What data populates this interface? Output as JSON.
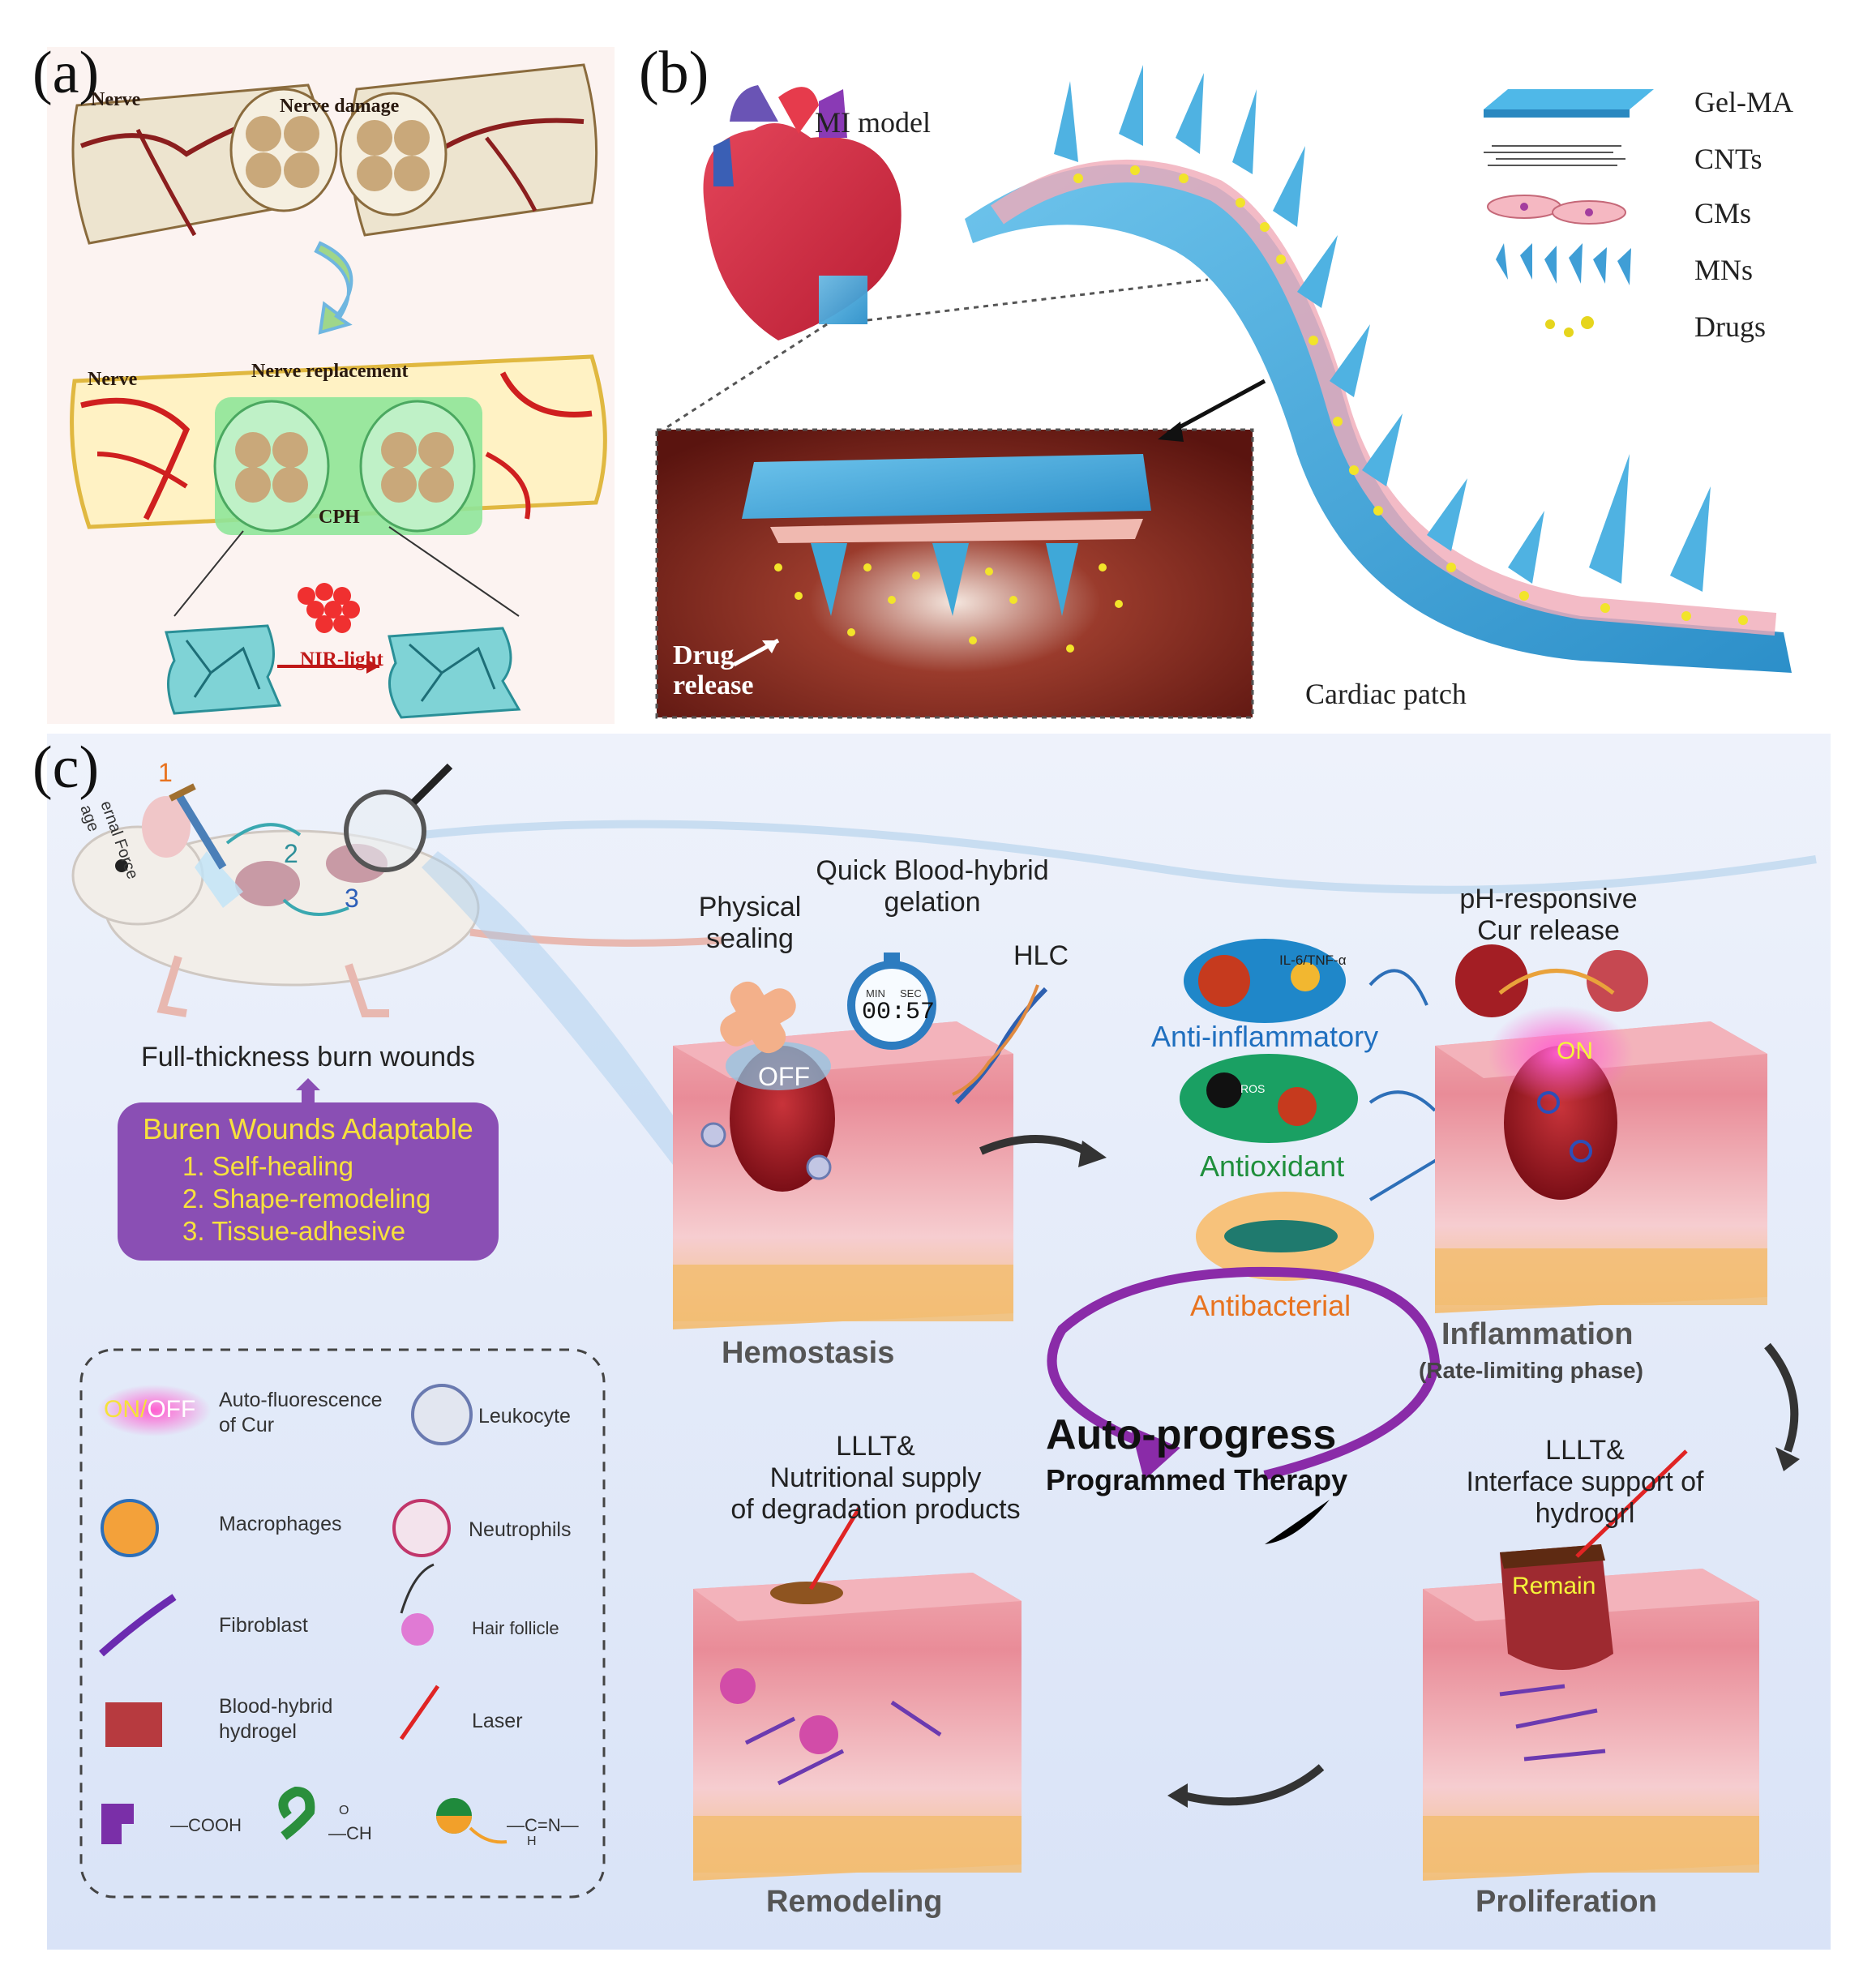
{
  "panels": {
    "a": "(a)",
    "b": "(b)",
    "c": "(c)"
  },
  "panel_a": {
    "top_nerve": "Nerve",
    "nerve_damage": "Nerve damage",
    "bottom_nerve": "Nerve",
    "nerve_replacement": "Nerve replacement",
    "cph": "CPH",
    "nir_light": "NIR-light"
  },
  "panel_b": {
    "mi_model": "MI model",
    "drug_release": "Drug\nrelease",
    "cardiac_patch": "Cardiac patch",
    "legend": [
      "Gel-MA",
      "CNTs",
      "CMs",
      "MNs",
      "Drugs"
    ]
  },
  "panel_c": {
    "step1": "1",
    "step2": "2",
    "step3": "3",
    "force_label": "ernal Force",
    "age_label": "age",
    "burn_wounds": "Full-thickness burn wounds",
    "adaptable": {
      "title": "Buren Wounds Adaptable",
      "items": [
        "1. Self-healing",
        "2. Shape-remodeling",
        "3. Tissue-adhesive"
      ]
    },
    "quick_gelation": "Quick Blood-hybrid\ngelation",
    "physical_sealing": "Physical\nsealing",
    "timer": {
      "min": "MIN",
      "sec": "SEC",
      "value": "00:57"
    },
    "hlc": "HLC",
    "off": "OFF",
    "on": "ON",
    "remain": "Remain",
    "ph_release": "pH-responsive\nCur release",
    "il6": "IL-6/TNF-α",
    "ros": "ROS",
    "anti_inflammatory": "Anti-inflammatory",
    "antioxidant": "Antioxidant",
    "antibacterial": "Antibacterial",
    "hemostasis": "Hemostasis",
    "inflammation": "Inflammation",
    "rate_limiting": "(Rate-limiting phase)",
    "auto_progress": "Auto-progress",
    "programmed_therapy": "Programmed Therapy",
    "lllt_left": "LLLT&\nNutritional supply\nof degradation products",
    "lllt_right": "LLLT&\nInterface support of\nhydrogrl",
    "remodeling": "Remodeling",
    "proliferation": "Proliferation",
    "legend": {
      "on": "ON",
      "slash": "/",
      "off": "OFF",
      "auto_fluor": "Auto-fluorescence\nof Cur",
      "leukocyte": "Leukocyte",
      "macrophages": "Macrophages",
      "neutrophils": "Neutrophils",
      "fibroblast": "Fibroblast",
      "hair_follicle": "Hair follicle",
      "blood_hydrogel": "Blood-hybrid\nhydrogel",
      "laser": "Laser",
      "cooh": "—COOH",
      "aldehyde": "—CH",
      "aldehyde_o": "O",
      "imine": "—C=N—",
      "imine_h": "H"
    }
  },
  "colors": {
    "nerve_red": "#b41e1e",
    "gel_blue": "#3fa8d8",
    "purple": "#7b3a9e",
    "green_gel": "#7fe07f",
    "background_c": "#e4ecfa"
  }
}
